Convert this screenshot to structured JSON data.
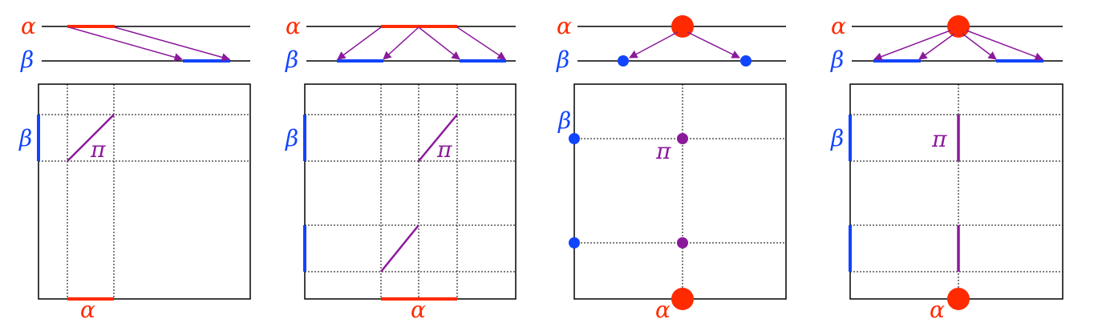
{
  "colors": {
    "alpha": "#ff2a00",
    "beta": "#1144ff",
    "pi": "#8b1a9b",
    "line": "#000000",
    "grid": "#000000"
  },
  "labels": {
    "alpha": "α",
    "beta": "β",
    "pi": "π"
  },
  "panels": [
    {
      "name": "panel-1-partial-mass-transport",
      "alpha_kind": "segment",
      "beta_kind": "one-segment",
      "pi_kind": "one-diagonal"
    },
    {
      "name": "panel-2-split-segment",
      "alpha_kind": "segment",
      "beta_kind": "two-segments",
      "pi_kind": "two-diagonals"
    },
    {
      "name": "panel-3-dirac-to-two-diracs",
      "alpha_kind": "dirac",
      "beta_kind": "two-diracs",
      "pi_kind": "two-points"
    },
    {
      "name": "panel-4-dirac-to-two-segments",
      "alpha_kind": "dirac",
      "beta_kind": "two-segments",
      "pi_kind": "two-verticals"
    }
  ]
}
